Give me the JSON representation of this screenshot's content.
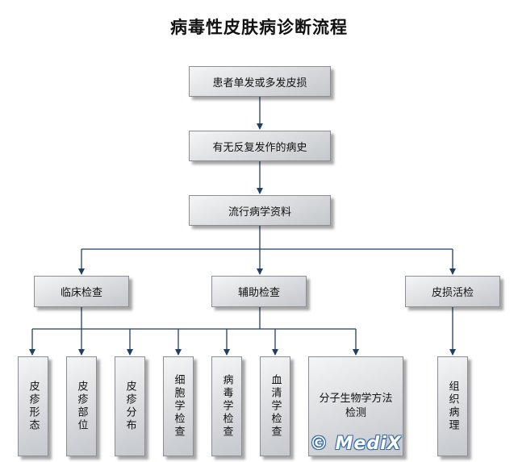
{
  "title": "病毒性皮肤病诊断流程",
  "watermark": "© MediX",
  "nodes": {
    "start": "患者单发或多发皮损",
    "history": "有无反复发作的病史",
    "epi": "流行病学资料",
    "clinical": "临床检查",
    "aux": "辅助检查",
    "biopsy": "皮损活检",
    "morph": "皮疹形态",
    "site": "皮疹部位",
    "dist": "皮疹分布",
    "cyto": "细胞学检查",
    "viro": "病毒学检查",
    "sero": "血清学检查",
    "molbio": "分子生物学方法检测",
    "histo": "组织病理"
  },
  "colors": {
    "connector": "#1f3f66",
    "box_border": "#8a8f96"
  }
}
